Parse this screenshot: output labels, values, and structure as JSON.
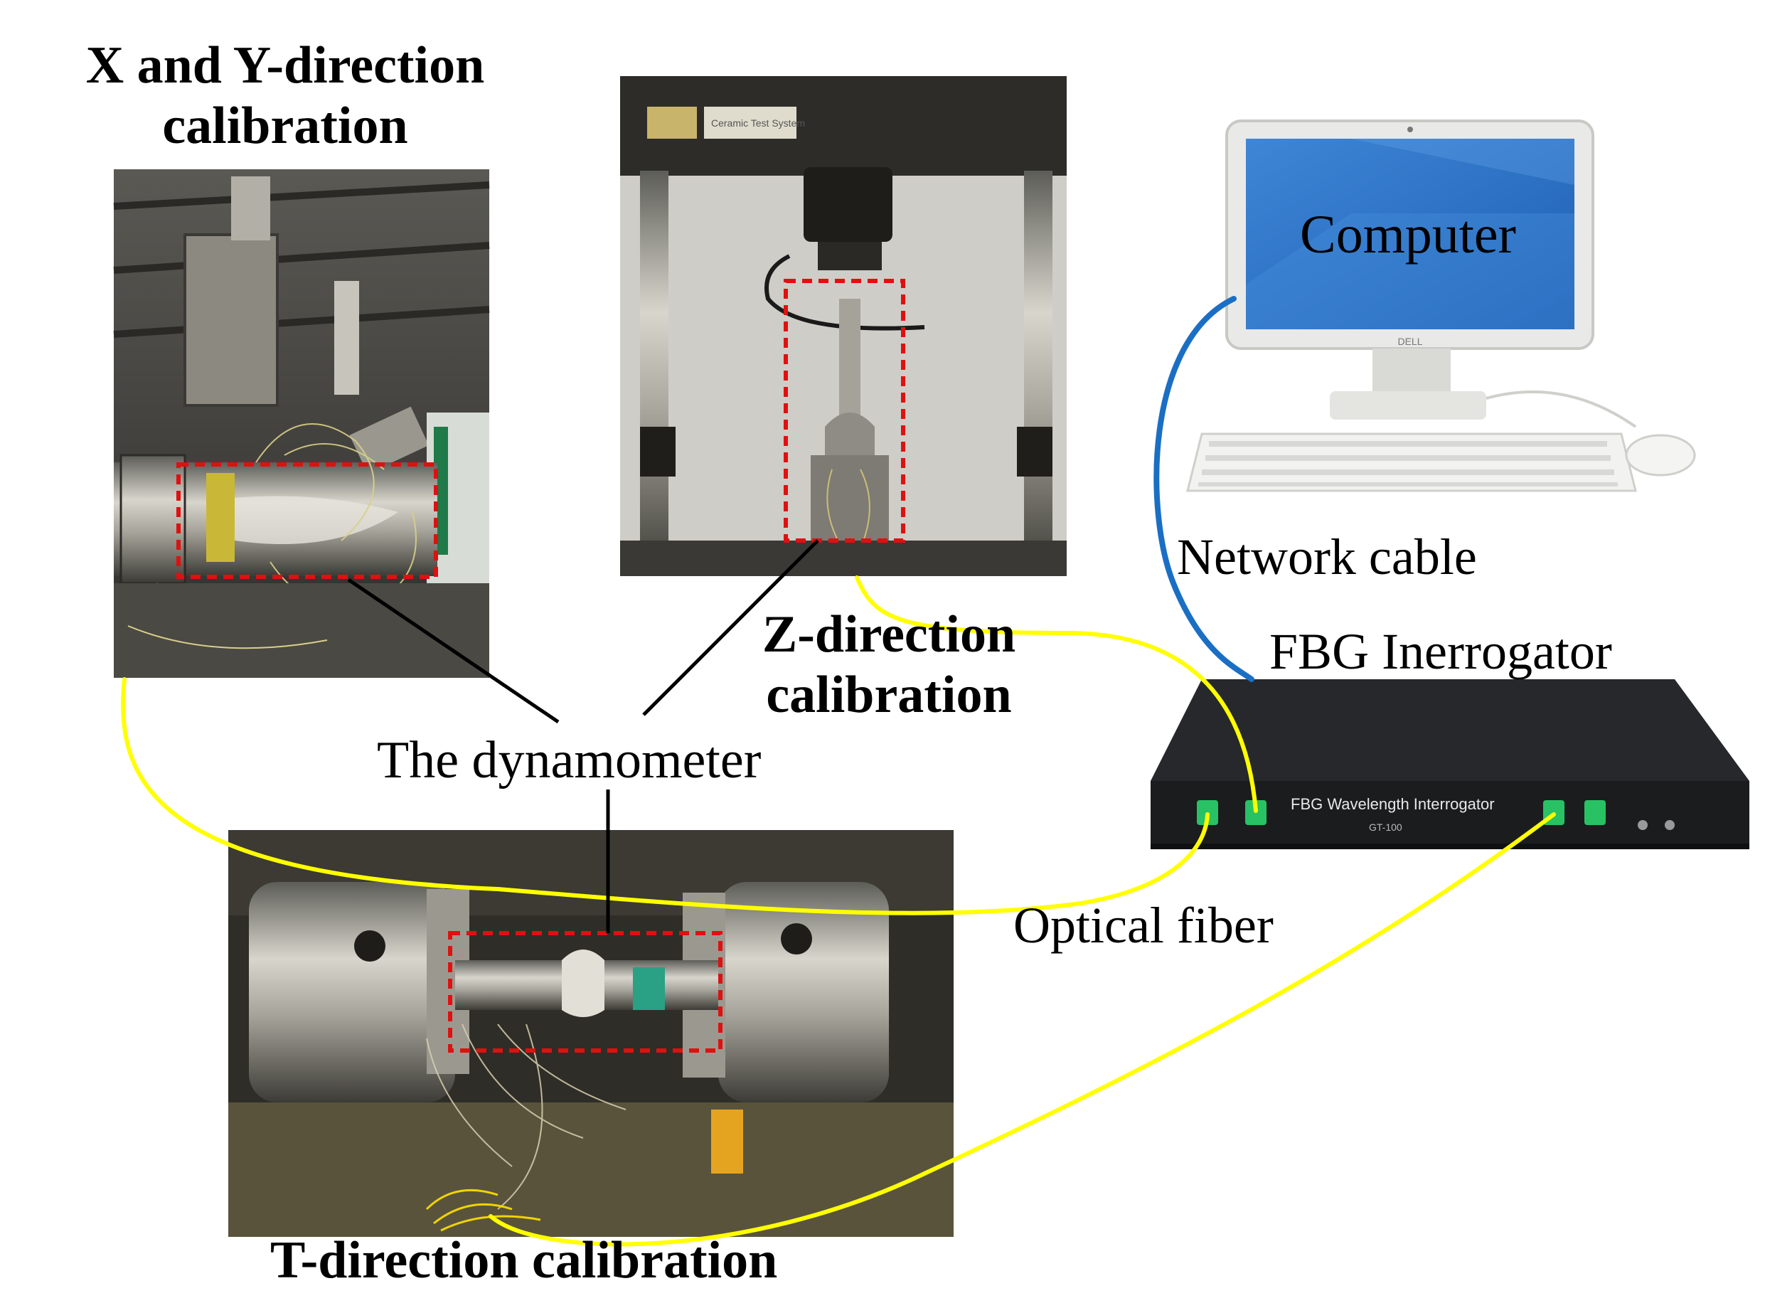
{
  "labels": {
    "xy_title_line1": "X and Y-direction",
    "xy_title_line2": "calibration",
    "z_title_line1": "Z-direction",
    "z_title_line2": "calibration",
    "t_title": "T-direction calibration",
    "computer": "Computer",
    "network_cable": "Network cable",
    "fbg_interrogator": "FBG Inerrogator",
    "dynamometer": "The dynamometer",
    "optical_fiber": "Optical fiber"
  },
  "device": {
    "panel_label": "FBG Wavelength Interrogator",
    "model": "GT-100",
    "monitor_brand": "DELL"
  },
  "colors": {
    "fiber": "#ffff00",
    "network_cable": "#1a6fc4",
    "dynamometer_box": "#e01010",
    "leader_line": "#000000"
  }
}
